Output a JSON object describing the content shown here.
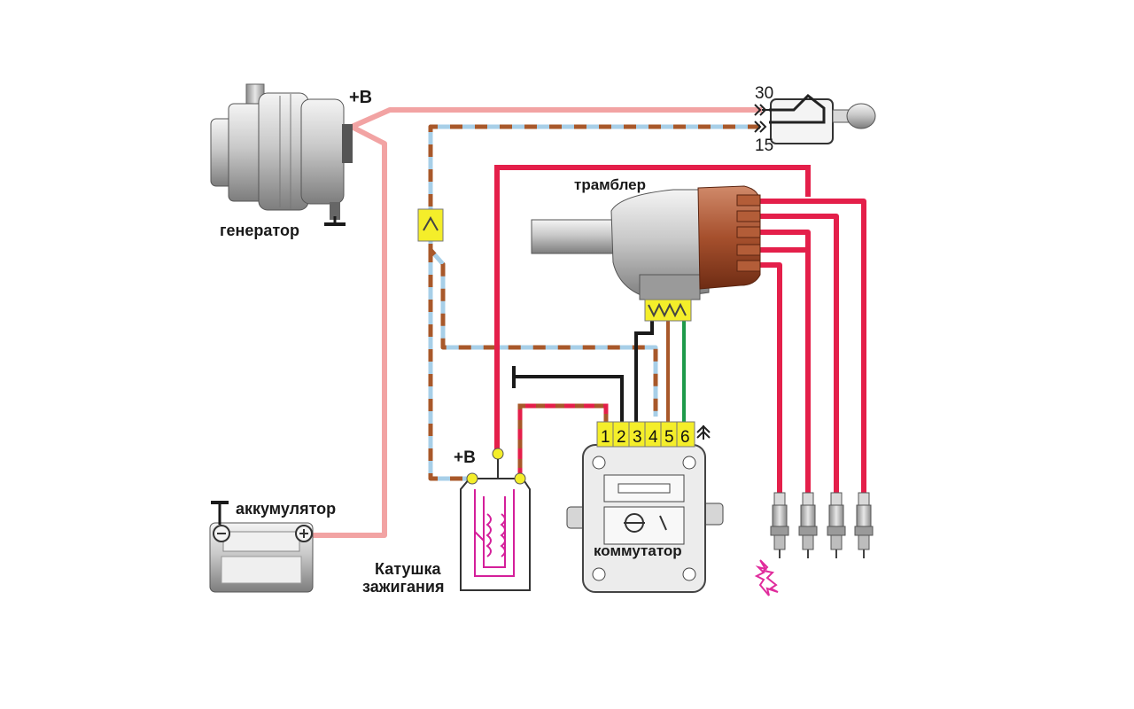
{
  "labels": {
    "generator": "генератор",
    "generator_terminal": "+B",
    "distributor": "трамблер",
    "battery": "аккумулятор",
    "coil_terminal": "+B",
    "coil_line1": "Катушка",
    "coil_line2": "зажигания",
    "commutator": "коммутатор"
  },
  "ignition_switch": {
    "terminal_30": "30",
    "terminal_15": "15"
  },
  "commutator_pins": [
    "1",
    "2",
    "3",
    "4",
    "5",
    "6"
  ],
  "colors": {
    "pink_wire": "#f2a3a3",
    "red_wire": "#e41f4a",
    "brown_wire": "#a8582a",
    "blue_wire": "#a7cfe8",
    "green_wire": "#1e9a4a",
    "black_wire": "#1a1a1a",
    "yellow_block": "#f4ee2a",
    "coil_magenta": "#d41f9a",
    "distributor_cap": "#a6502d"
  }
}
